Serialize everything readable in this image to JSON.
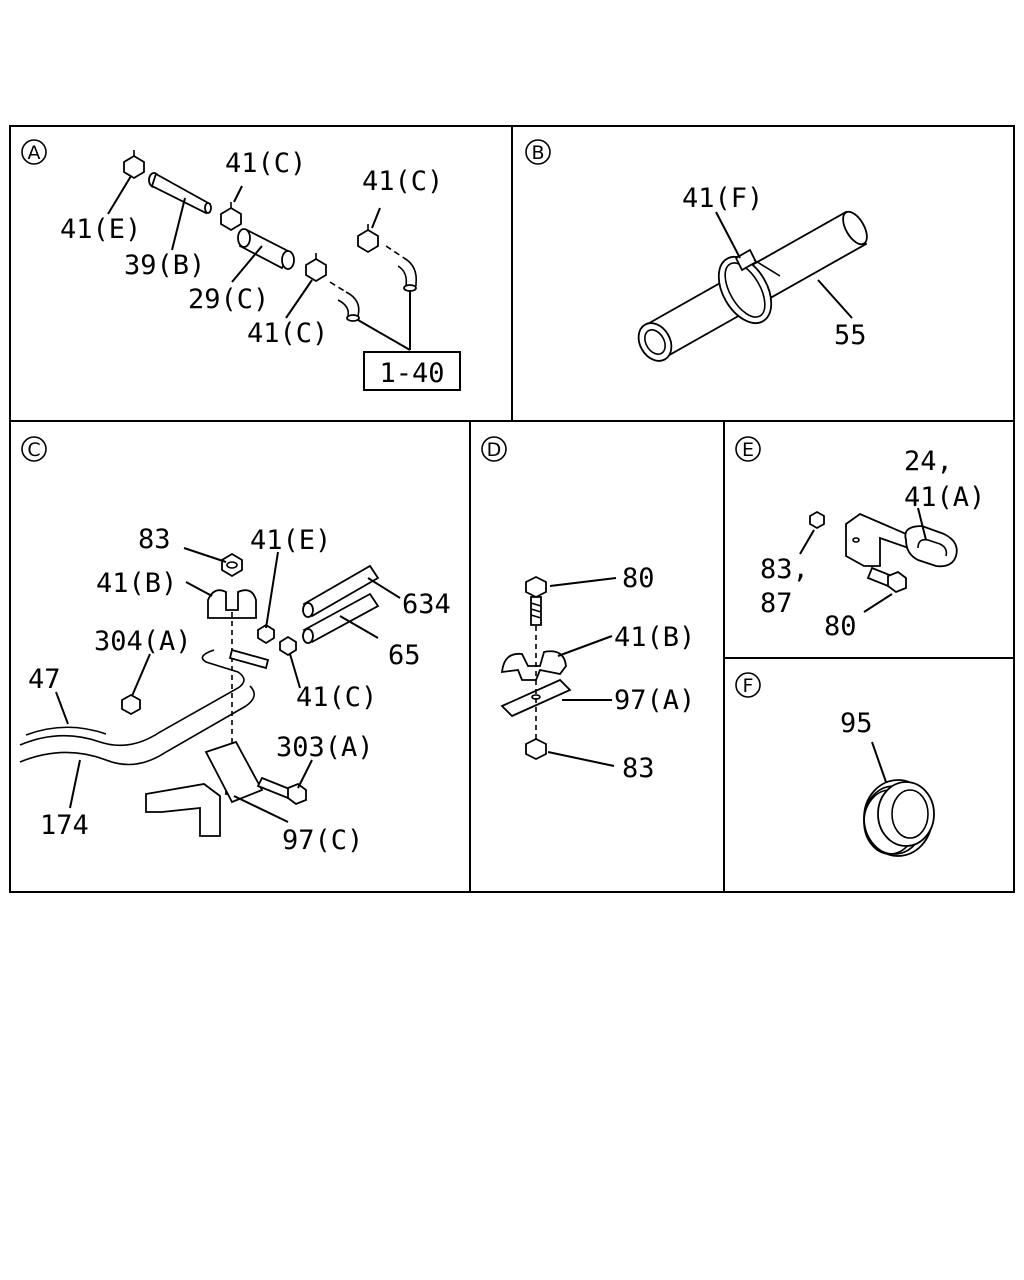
{
  "panels": {
    "A": {
      "letter": "A",
      "labels": [
        "41(C)",
        "41(C)",
        "41(E)",
        "39(B)",
        "29(C)",
        "41(C)"
      ],
      "ref_box": "1-40"
    },
    "B": {
      "letter": "B",
      "labels": [
        "41(F)",
        "55"
      ]
    },
    "C": {
      "letter": "C",
      "labels": [
        "83",
        "41(E)",
        "41(B)",
        "634",
        "304(A)",
        "65",
        "47",
        "41(C)",
        "303(A)",
        "174",
        "97(C)"
      ]
    },
    "D": {
      "letter": "D",
      "labels": [
        "80",
        "41(B)",
        "97(A)",
        "83"
      ]
    },
    "E": {
      "letter": "E",
      "labels": [
        "24,",
        "41(A)",
        "83,",
        "87",
        "80"
      ]
    },
    "F": {
      "letter": "F",
      "labels": [
        "95"
      ]
    }
  }
}
